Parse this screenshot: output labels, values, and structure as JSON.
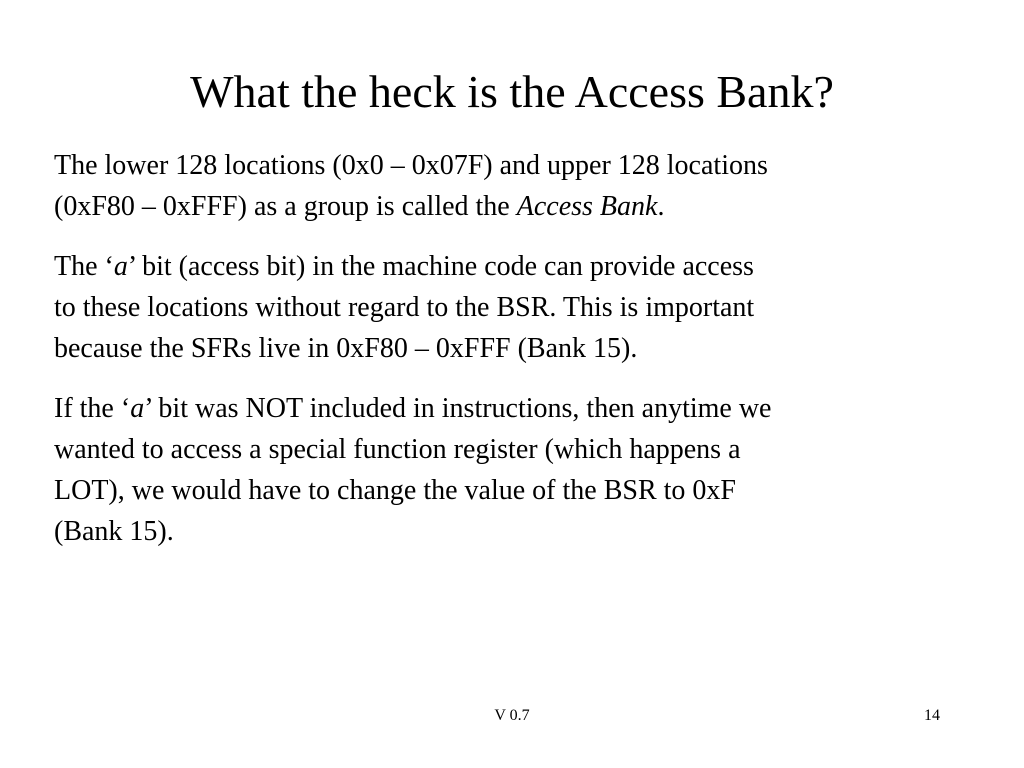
{
  "slide": {
    "title": "What the heck is the Access Bank?",
    "paragraphs": [
      {
        "lines": [
          [
            {
              "text": "The lower 128 locations (0x0 – 0x07F) and upper 128 locations",
              "italic": false
            }
          ],
          [
            {
              "text": "(0xF80 – 0xFFF) as a group is called the ",
              "italic": false
            },
            {
              "text": "Access Bank",
              "italic": true
            },
            {
              "text": ".",
              "italic": false
            }
          ]
        ]
      },
      {
        "lines": [
          [
            {
              "text": "The ‘",
              "italic": false
            },
            {
              "text": "a",
              "italic": true
            },
            {
              "text": "’ bit (access bit) in the machine code can provide access",
              "italic": false
            }
          ],
          [
            {
              "text": "to these locations without regard to the BSR. This is important",
              "italic": false
            }
          ],
          [
            {
              "text": "because the SFRs live in 0xF80 – 0xFFF (Bank 15).",
              "italic": false
            }
          ]
        ]
      },
      {
        "lines": [
          [
            {
              "text": "If the ‘",
              "italic": false
            },
            {
              "text": "a",
              "italic": true
            },
            {
              "text": "’ bit was NOT included in instructions, then anytime we",
              "italic": false
            }
          ],
          [
            {
              "text": "wanted to access a special function register (which happens a",
              "italic": false
            }
          ],
          [
            {
              "text": "LOT), we would have to change the value of the BSR to 0xF",
              "italic": false
            }
          ],
          [
            {
              "text": "(Bank 15).",
              "italic": false
            }
          ]
        ]
      }
    ],
    "footer": {
      "version": "V 0.7",
      "page_number": "14"
    }
  }
}
